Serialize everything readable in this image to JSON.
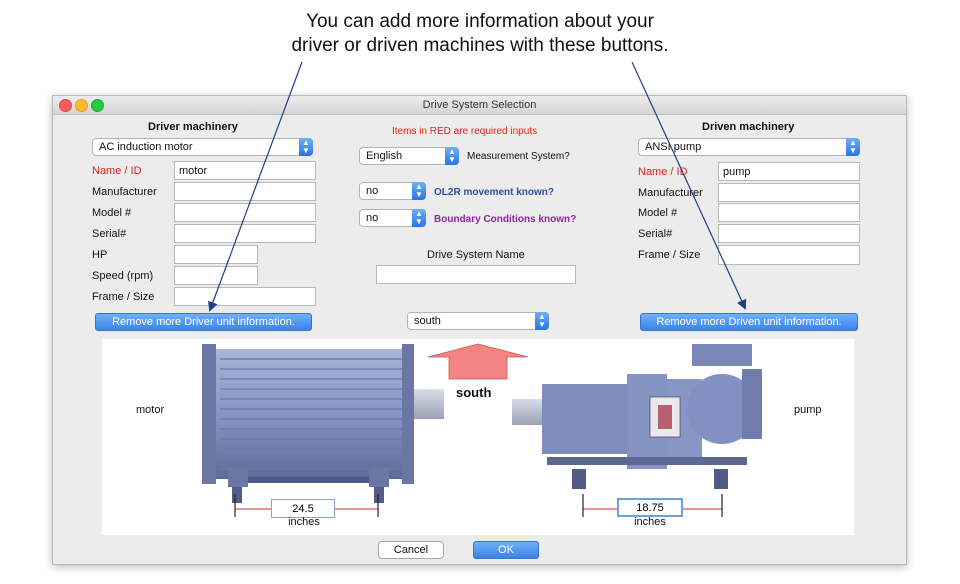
{
  "caption": {
    "line1": "You can add more information about your",
    "line2": "driver or driven machines with these buttons."
  },
  "window": {
    "title": "Drive System Selection"
  },
  "driver": {
    "header": "Driver machinery",
    "type_select": "AC induction motor",
    "fields": [
      {
        "label": "Name / ID",
        "value": "motor",
        "required": true
      },
      {
        "label": "Manufacturer",
        "value": ""
      },
      {
        "label": "Model #",
        "value": ""
      },
      {
        "label": "Serial#",
        "value": ""
      },
      {
        "label": "HP",
        "value": ""
      },
      {
        "label": "Speed (rpm)",
        "value": ""
      },
      {
        "label": "Frame / Size",
        "value": ""
      }
    ],
    "toggle_button": "Remove more Driver unit information."
  },
  "middle": {
    "required_note": "Items in RED are required inputs",
    "measurement_select": "English",
    "measurement_label": "Measurement System?",
    "ol2r_select": "no",
    "ol2r_label": "OL2R movement known?",
    "boundary_select": "no",
    "boundary_label": "Boundary Conditions known?",
    "system_name_label": "Drive System Name",
    "system_name_value": "",
    "direction_select": "south"
  },
  "driven": {
    "header": "Driven machinery",
    "type_select": "ANSI pump",
    "fields": [
      {
        "label": "Name / ID",
        "value": "pump",
        "required": true
      },
      {
        "label": "Manufacturer",
        "value": ""
      },
      {
        "label": "Model #",
        "value": ""
      },
      {
        "label": "Serial#",
        "value": ""
      },
      {
        "label": "Frame / Size",
        "value": ""
      }
    ],
    "toggle_button": "Remove more Driven unit information."
  },
  "drawing": {
    "driver_label": "motor",
    "driven_label": "pump",
    "direction_label": "south",
    "driver_spacing": "24.5",
    "driven_spacing": "18.75",
    "unit": "inches"
  },
  "footer": {
    "cancel": "Cancel",
    "ok": "OK"
  },
  "colors": {
    "accent": "#3c83e8",
    "required": "#e0241b",
    "ol2r": "#2f4f9b",
    "boundary": "#8a2a9a",
    "arrow_fill": "#f48484"
  }
}
